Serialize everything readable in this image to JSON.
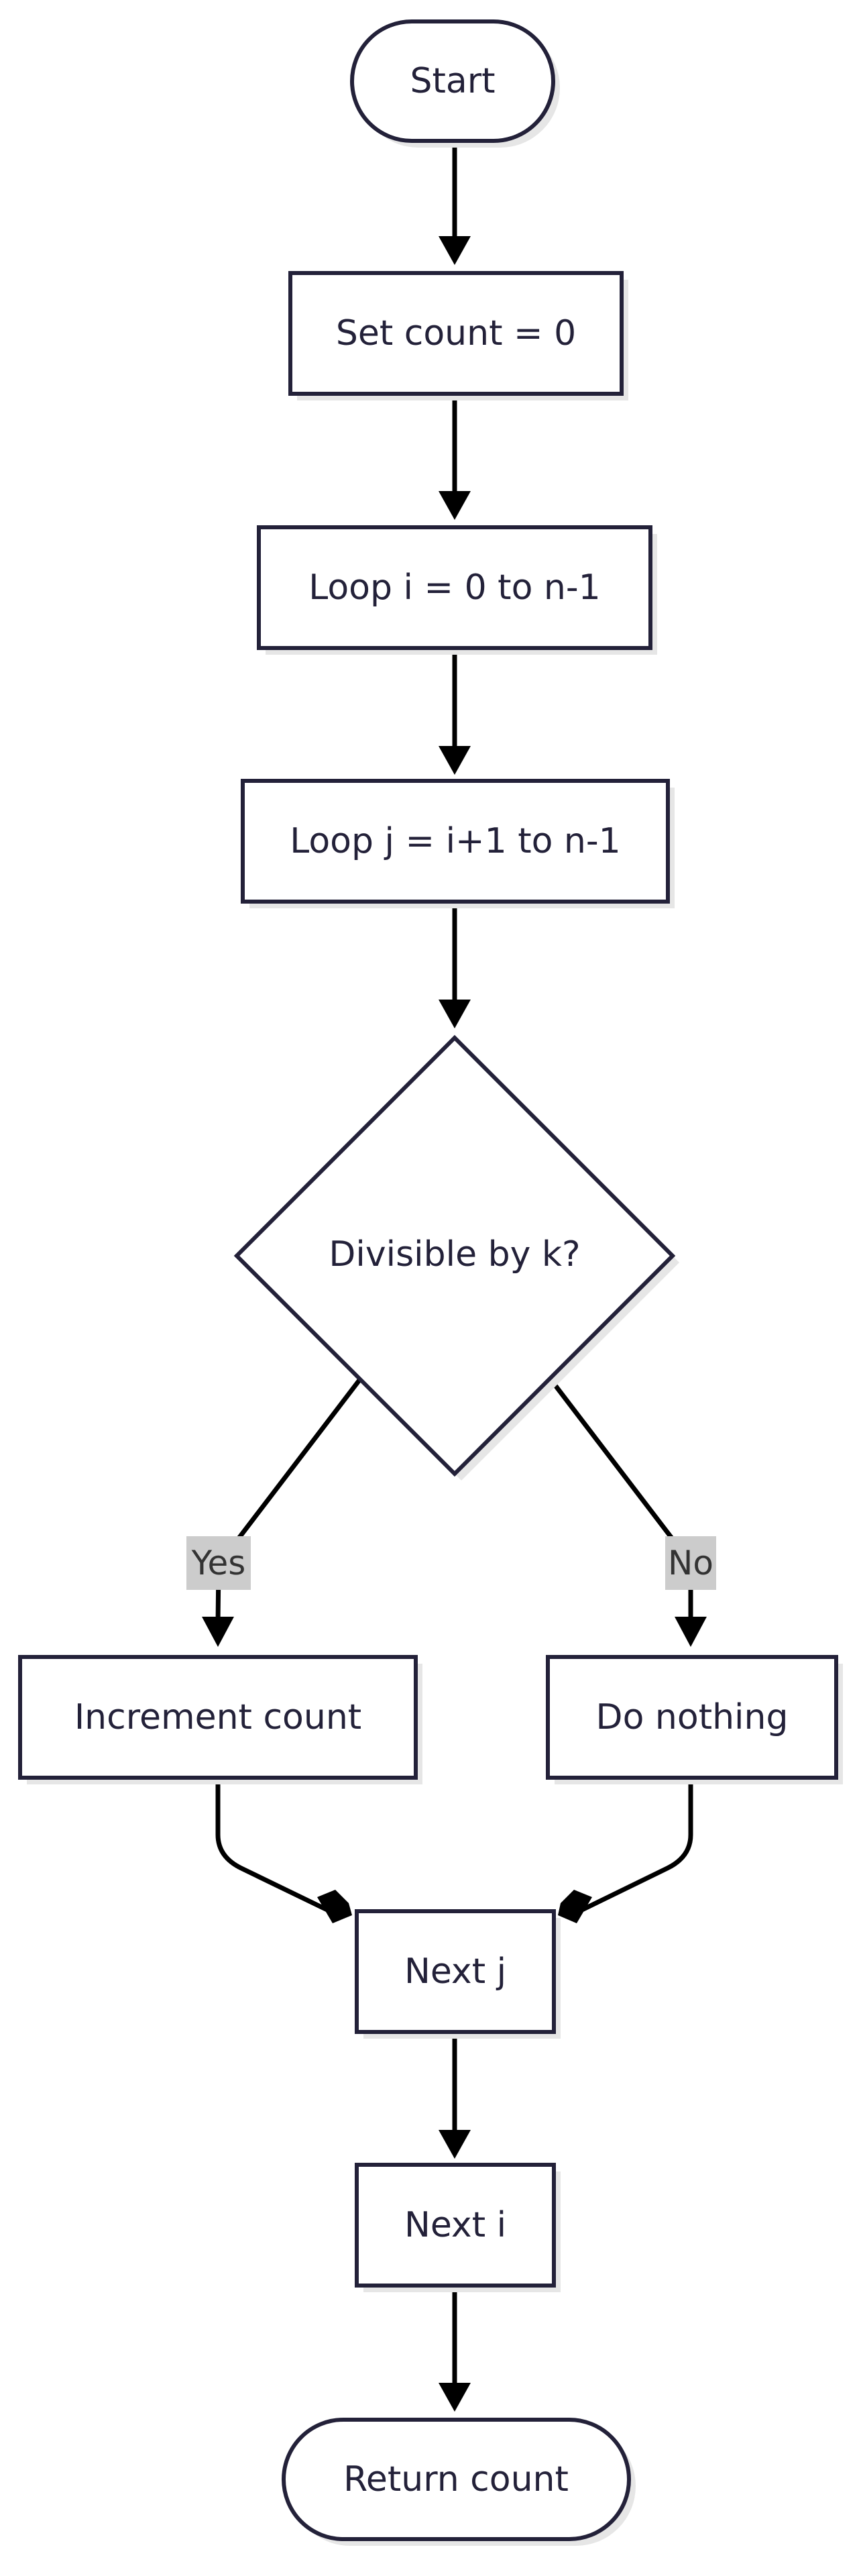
{
  "diagram": {
    "nodes": {
      "start": "Start",
      "set_count": "Set count = 0",
      "loop_i": "Loop i = 0 to n-1",
      "loop_j": "Loop j = i+1 to n-1",
      "decision": "Divisible by k?",
      "increment": "Increment count",
      "do_nothing": "Do nothing",
      "next_j": "Next j",
      "next_i": "Next i",
      "return_count": "Return count"
    },
    "edge_labels": {
      "yes": "Yes",
      "no": "No"
    }
  }
}
